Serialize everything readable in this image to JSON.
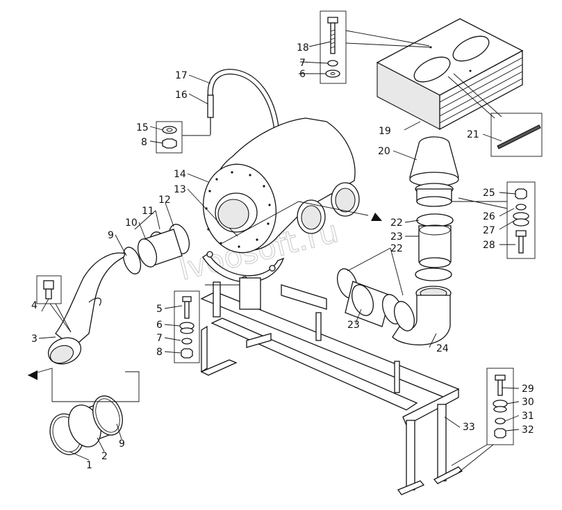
{
  "watermark": "lvoosoft.ru",
  "labels": [
    {
      "id": "18",
      "text": "18"
    },
    {
      "id": "7a",
      "text": "7"
    },
    {
      "id": "6a",
      "text": "6"
    },
    {
      "id": "17",
      "text": "17"
    },
    {
      "id": "16",
      "text": "16"
    },
    {
      "id": "15",
      "text": "15"
    },
    {
      "id": "8a",
      "text": "8"
    },
    {
      "id": "14",
      "text": "14"
    },
    {
      "id": "13",
      "text": "13"
    },
    {
      "id": "12",
      "text": "12"
    },
    {
      "id": "11",
      "text": "11"
    },
    {
      "id": "10",
      "text": "10"
    },
    {
      "id": "9a",
      "text": "9"
    },
    {
      "id": "19",
      "text": "19"
    },
    {
      "id": "21",
      "text": "21"
    },
    {
      "id": "20",
      "text": "20"
    },
    {
      "id": "25",
      "text": "25"
    },
    {
      "id": "26",
      "text": "26"
    },
    {
      "id": "27",
      "text": "27"
    },
    {
      "id": "28",
      "text": "28"
    },
    {
      "id": "22a",
      "text": "22"
    },
    {
      "id": "23a",
      "text": "23"
    },
    {
      "id": "22b",
      "text": "22"
    },
    {
      "id": "23b",
      "text": "23"
    },
    {
      "id": "24",
      "text": "24"
    },
    {
      "id": "4",
      "text": "4"
    },
    {
      "id": "3",
      "text": "3"
    },
    {
      "id": "5",
      "text": "5"
    },
    {
      "id": "6b",
      "text": "6"
    },
    {
      "id": "7b",
      "text": "7"
    },
    {
      "id": "8b",
      "text": "8"
    },
    {
      "id": "29",
      "text": "29"
    },
    {
      "id": "30",
      "text": "30"
    },
    {
      "id": "31",
      "text": "31"
    },
    {
      "id": "32",
      "text": "32"
    },
    {
      "id": "33",
      "text": "33"
    },
    {
      "id": "1",
      "text": "1"
    },
    {
      "id": "2",
      "text": "2"
    },
    {
      "id": "9b",
      "text": "9"
    }
  ]
}
